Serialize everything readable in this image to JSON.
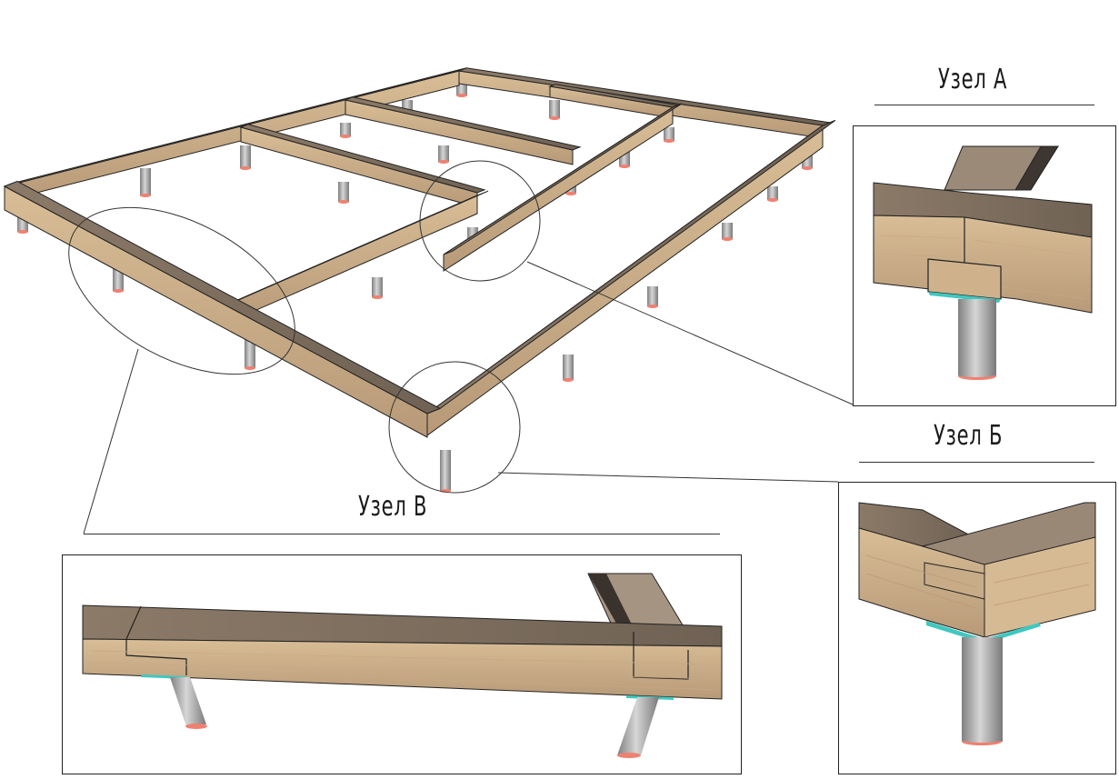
{
  "labels": {
    "node_a": "Узел А",
    "node_b": "Узел Б",
    "node_v": "Узел В"
  },
  "colors": {
    "wood_light": "#d9bf98",
    "wood_mid": "#b5987a",
    "wood_top": "#8a7968",
    "wood_dark": "#4a4038",
    "pile": "#9a9a9a",
    "pile_light": "#d0d0d0",
    "pile_cap": "#f08070",
    "pad": "#3fc8c0",
    "outline": "#222222"
  }
}
